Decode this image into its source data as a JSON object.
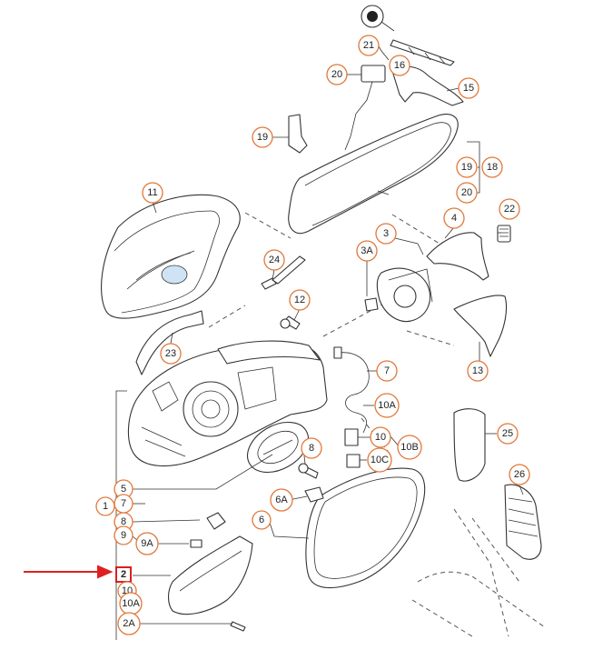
{
  "diagram": {
    "highlighted_label": "2",
    "callouts": {
      "c21": "21",
      "c16": "16",
      "c20a": "20",
      "c15": "15",
      "c19a": "19",
      "c19b": "19",
      "c18": "18",
      "c20b": "20",
      "c11": "11",
      "c3": "3",
      "c3A": "3A",
      "c4": "4",
      "c22": "22",
      "c24": "24",
      "c12": "12",
      "c23": "23",
      "c13": "13",
      "c7": "7",
      "c10A": "10A",
      "c10": "10",
      "c10B": "10B",
      "c10C": "10C",
      "c8": "8",
      "c25": "25",
      "c26": "26",
      "c5": "5",
      "c1": "1",
      "c7b": "7",
      "c8b": "8",
      "c9": "9",
      "c9A": "9A",
      "c6A": "6A",
      "c6": "6",
      "c2": "2",
      "c10b": "10",
      "c10Ab": "10A",
      "c2A": "2A"
    },
    "colors": {
      "callout": "#e0783a",
      "highlight": "#d92020",
      "lines": "#333333",
      "glass_tint": "#cfe3f5"
    }
  }
}
